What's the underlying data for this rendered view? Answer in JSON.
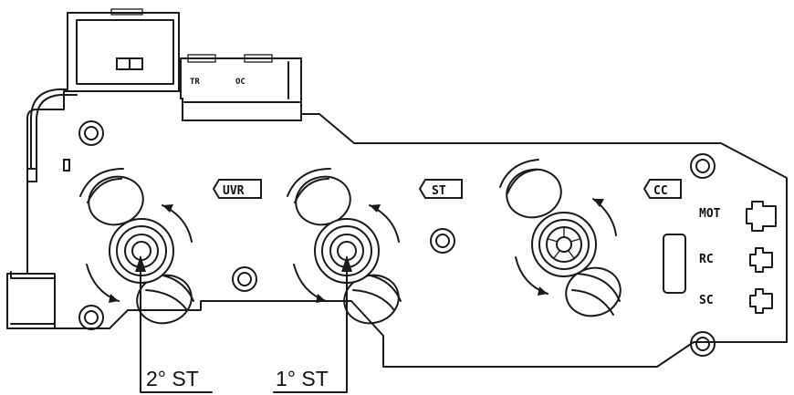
{
  "top_labels": {
    "tr": "TR",
    "oc": "OC"
  },
  "tags": {
    "uvr": "UVR",
    "st": "ST",
    "cc": "CC"
  },
  "connectors": {
    "mot": "MOT",
    "rc": "RC",
    "sc": "SC"
  },
  "callouts": {
    "second_st": "2° ST",
    "first_st": "1° ST"
  }
}
